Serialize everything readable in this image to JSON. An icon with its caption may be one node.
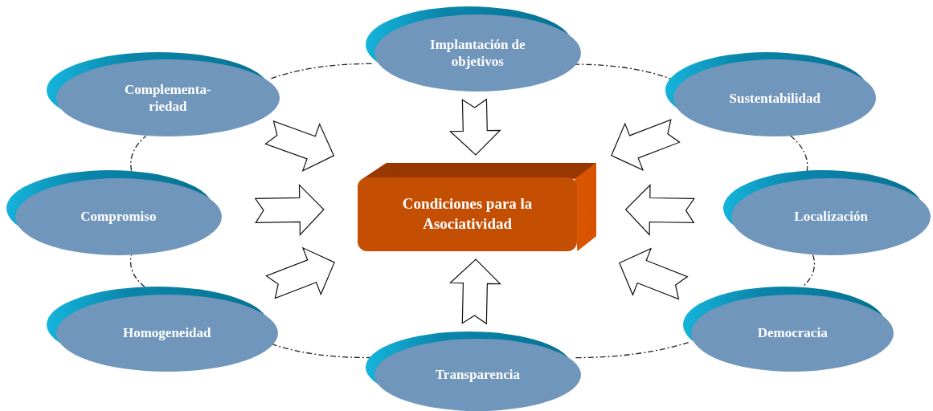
{
  "diagram": {
    "nodes": [
      {
        "text": [
          "Implantación de objetivos"
        ]
      },
      {
        "text": [
          "Complementa- riedad"
        ]
      },
      {
        "text": [
          "Sustentabilidad"
        ]
      },
      {
        "text": [
          "Condiciones para la Asociatividad"
        ]
      },
      {
        "text": [
          "Compromiso"
        ]
      },
      {
        "text": [
          "Localización"
        ]
      },
      {
        "text": [
          "Homogeneidad"
        ]
      },
      {
        "text": [
          "Democracia"
        ]
      },
      {
        "text": [
          "Transparencia"
        ]
      }
    ],
    "edges": [
      {
        "from": 0,
        "to": 3,
        "arrow": "to"
      },
      {
        "from": 1,
        "to": 3,
        "arrow": "to"
      },
      {
        "from": 2,
        "to": 3,
        "arrow": "to"
      },
      {
        "from": 4,
        "to": 3,
        "arrow": "to"
      },
      {
        "from": 5,
        "to": 3,
        "arrow": "to"
      },
      {
        "from": 6,
        "to": 3,
        "arrow": "to"
      },
      {
        "from": 7,
        "to": 3,
        "arrow": "to"
      },
      {
        "from": 8,
        "to": 3,
        "arrow": "to"
      },
      {
        "from": 0,
        "to": 2,
        "arrow": "none",
        "style": "dashed"
      },
      {
        "from": 2,
        "to": 5,
        "arrow": "none",
        "style": "dashed"
      },
      {
        "from": 5,
        "to": 7,
        "arrow": "none",
        "style": "dashed"
      },
      {
        "from": 7,
        "to": 8,
        "arrow": "none",
        "style": "dashed"
      },
      {
        "from": 8,
        "to": 6,
        "arrow": "none",
        "style": "dashed"
      },
      {
        "from": 6,
        "to": 4,
        "arrow": "none",
        "style": "dashed"
      },
      {
        "from": 4,
        "to": 1,
        "arrow": "none",
        "style": "dashed"
      },
      {
        "from": 1,
        "to": 0,
        "arrow": "none",
        "style": "dashed"
      }
    ]
  }
}
